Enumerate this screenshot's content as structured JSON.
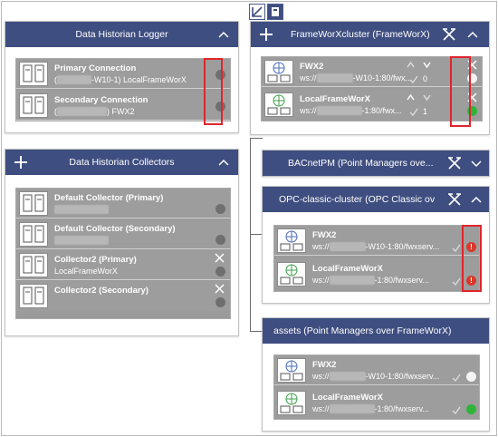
{
  "logger": {
    "title": "Data Historian Logger",
    "rows": [
      {
        "name": "Primary Connection",
        "prefix": "(",
        "detail": "-W10-1) LocalFrameWorX"
      },
      {
        "name": "Secondary Connection",
        "prefix": "(",
        "detail": ") FWX2"
      }
    ]
  },
  "collectors": {
    "title": "Data Historian Collectors",
    "rows": [
      {
        "name": "Default Collector (Primary)",
        "detail": ""
      },
      {
        "name": "Default Collector (Secondary)",
        "detail": ""
      },
      {
        "name": "Collector2 (Primary)",
        "detail": "LocalFrameWorX"
      },
      {
        "name": "Collector2 (Secondary)",
        "detail": ""
      }
    ]
  },
  "fwx_cluster": {
    "title": "FrameWorXcluster (FrameWorX)",
    "rows": [
      {
        "name": "FWX2",
        "prefix": "ws://",
        "detail": "-W10-1:80/fwx...",
        "count": "0"
      },
      {
        "name": "LocalFrameWorX",
        "prefix": "ws://",
        "detail": "-1:80/fwx...",
        "count": "1"
      }
    ]
  },
  "bacnet": {
    "title": "BACnetPM (Point Managers ove..."
  },
  "opc": {
    "title": "OPC-classic-cluster (OPC Classic ov...",
    "rows": [
      {
        "name": "FWX2",
        "prefix": "ws://",
        "detail": "-W10-1:80/fwxserv..."
      },
      {
        "name": "LocalFrameWorX",
        "prefix": "ws://",
        "detail": "-1:80/fwxserv..."
      }
    ]
  },
  "assets": {
    "title": "assets (Point Managers over FrameWorX)",
    "rows": [
      {
        "name": "FWX2",
        "prefix": "ws://",
        "detail": "-W10-1:80/fwxserv..."
      },
      {
        "name": "LocalFrameWorX",
        "prefix": "ws://",
        "detail": "-1:80/fwxserv..."
      }
    ]
  },
  "colors": {
    "header": "#3f4e80",
    "row": "#9d9d9d",
    "highlight": "#e0252b",
    "ok": "#2fb43a",
    "error": "#d9382b"
  }
}
